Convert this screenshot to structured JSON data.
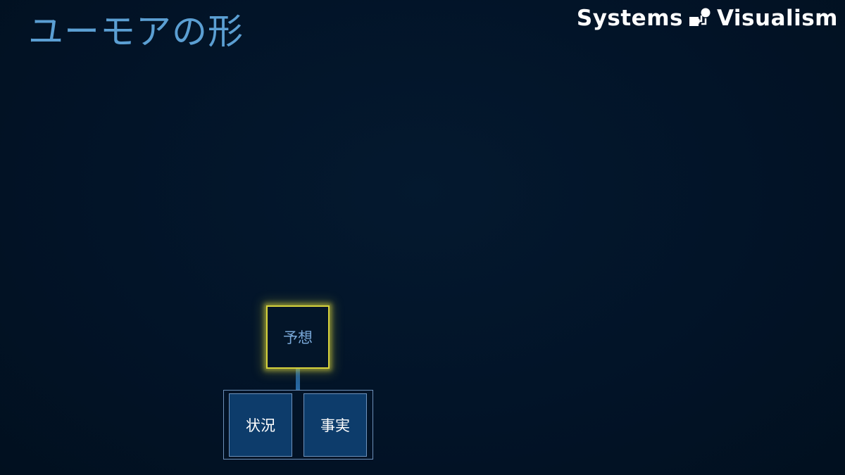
{
  "header": {
    "title": "ユーモアの形",
    "brand": {
      "text_left": "Systems",
      "text_right": "Visualism",
      "logo_icon": "systems-visualism-logo-icon"
    }
  },
  "diagram": {
    "root": {
      "label": "予想"
    },
    "children": [
      {
        "label": "状況"
      },
      {
        "label": "事実"
      }
    ]
  },
  "colors": {
    "background": "#02142a",
    "title": "#5b9fd3",
    "highlight_glow": "#d6d23c",
    "node_fill": "#0d3c6b",
    "node_border": "#6f93bd",
    "brand_text": "#ffffff"
  }
}
